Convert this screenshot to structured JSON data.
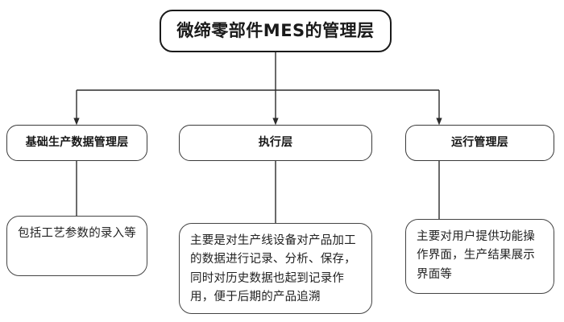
{
  "diagram": {
    "title_node": {
      "label": "微缔零部件MES的管理层"
    },
    "layers": [
      {
        "label": "基础生产数据管理层"
      },
      {
        "label": "执行层"
      },
      {
        "label": "运行管理层"
      }
    ],
    "descriptions": [
      {
        "label": "包括工艺参数的录入等"
      },
      {
        "label": "主要是对生产线设备对产品加工的数据进行记录、分析、保存，同时对历史数据也起到记录作用，便于后期的产品追溯"
      },
      {
        "label": "主要对用户提供功能操作界面，生产结果展示界面等"
      }
    ],
    "colors": {
      "background": "#ffffff",
      "border": "#3a3a3a",
      "title_border": "#1a1a1a",
      "connector": "#2b2b2b",
      "text": "#1a1a1a"
    }
  }
}
